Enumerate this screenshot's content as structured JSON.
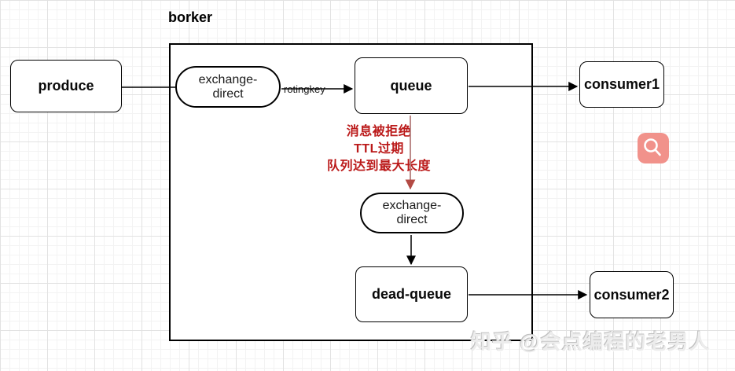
{
  "diagram": {
    "broker_label": "borker",
    "nodes": {
      "produce": "produce",
      "exchange_direct_1": "exchange-direct",
      "queue": "queue",
      "consumer1": "consumer1",
      "exchange_direct_2": "exchange-direct",
      "dead_queue": "dead-queue",
      "consumer2": "consumer2"
    },
    "edge_labels": {
      "routing_key": "rotingkey"
    },
    "dead_letter_reasons": [
      "消息被拒绝",
      "TTL过期",
      "队列达到最大长度"
    ],
    "colors": {
      "node_border": "#000000",
      "node_fill": "#ffffff",
      "dead_letter_text": "#bb1a1a",
      "dead_letter_line": "#b57e7c",
      "dead_letter_arrowhead": "#b34a44",
      "magnifier_button": "#f1928b",
      "grid_major": "#e2e2e2",
      "grid_minor": "#f3f3f3"
    }
  },
  "overlay": {
    "watermark": "知乎 @会点编程的老男人"
  }
}
